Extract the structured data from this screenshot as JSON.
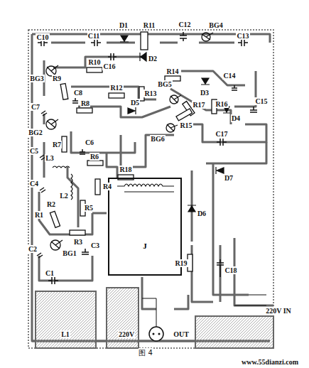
{
  "diagram": {
    "caption": "图 4",
    "nodes": [
      {
        "text": [
          "J"
        ]
      }
    ],
    "labels": [
      "C10",
      "C11",
      "D1",
      "R11",
      "C12",
      "BG4",
      "C13",
      "C16",
      "D2",
      "BG3",
      "R9",
      "R10",
      "C8",
      "R12",
      "R14",
      "C14",
      "C15",
      "R13",
      "BG5",
      "D3",
      "R17",
      "R16",
      "C7",
      "R8",
      "D5",
      "R15",
      "D4",
      "BG2",
      "R7",
      "C6",
      "BG6",
      "C5",
      "C17",
      "L3",
      "R6",
      "R4",
      "C4",
      "L2",
      "R18",
      "D7",
      "R5",
      "D6",
      "R1",
      "R2",
      "R3",
      "C2",
      "BG1",
      "C3",
      "C1",
      "R19",
      "C18",
      "L1",
      "220V",
      "OUT",
      "220V IN",
      "www.55dianzi.com"
    ]
  }
}
